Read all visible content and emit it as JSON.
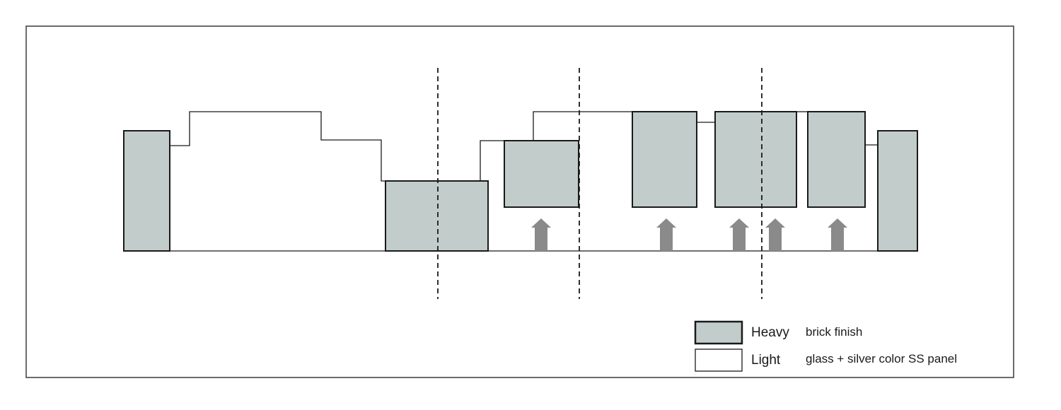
{
  "colors": {
    "heavy_fill": "#c2cccb",
    "light_fill": "#ffffff",
    "stroke": "#1a1a1a",
    "arrow": "#8a8a8a",
    "frame": "#3a3a3a"
  },
  "legend": {
    "heavy": {
      "term": "Heavy",
      "description": "brick finish"
    },
    "light": {
      "term": "Light",
      "description": "glass + silver color SS panel"
    }
  }
}
